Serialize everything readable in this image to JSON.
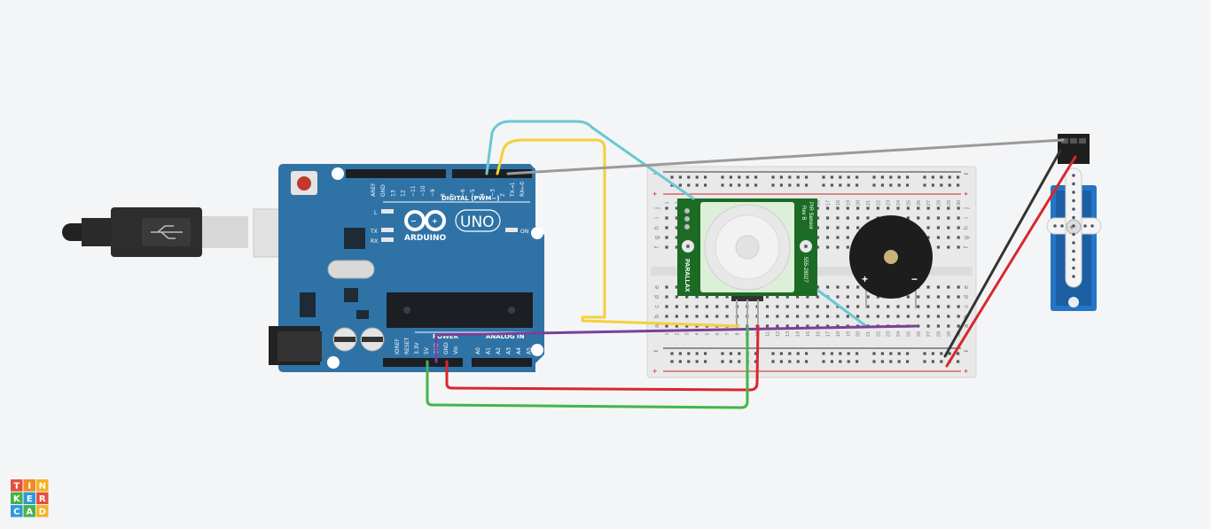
{
  "arduino": {
    "brand": "ARDUINO",
    "model": "UNO",
    "digital_label": "DIGITAL (PWM~)",
    "power_label": "POWER",
    "analog_label": "ANALOG IN",
    "on_label": "ON",
    "led_l": "L",
    "led_tx": "TX",
    "led_rx": "RX",
    "digital_pins": [
      "AREF",
      "GND",
      "13",
      "12",
      "~11",
      "~10",
      "~9",
      "8",
      "7",
      "~6",
      "~5",
      "4",
      "~3",
      "2",
      "TX→1",
      "RX←0"
    ],
    "power_pins": [
      "IOREF",
      "RESET",
      "3.3V",
      "5V",
      "GND",
      "GND",
      "Vin"
    ],
    "analog_pins": [
      "A0",
      "A1",
      "A2",
      "A3",
      "A4",
      "A5"
    ]
  },
  "pir": {
    "brand": "PARALLAX",
    "title": "PIR Sensor",
    "rev": "Rev B",
    "part": "555-28027"
  },
  "breadboard": {
    "rows_top": [
      "j",
      "i",
      "h",
      "g",
      "f"
    ],
    "rows_bottom": [
      "e",
      "d",
      "c",
      "b",
      "a"
    ],
    "columns": [
      "1",
      "2",
      "3",
      "4",
      "5",
      "6",
      "7",
      "8",
      "9",
      "10",
      "11",
      "12",
      "13",
      "14",
      "15",
      "16",
      "17",
      "18",
      "19",
      "20",
      "21",
      "22",
      "23",
      "24",
      "25",
      "26",
      "27",
      "28",
      "29",
      "30"
    ],
    "plus": "+",
    "minus": "−"
  },
  "buzzer": {
    "plus": "+",
    "minus": "−"
  },
  "logo": {
    "cells": [
      "T",
      "I",
      "N",
      "K",
      "E",
      "R",
      "C",
      "A",
      "D"
    ],
    "colors": [
      "#e8503c",
      "#f18b25",
      "#f4b223",
      "#4bb04b",
      "#2e9ad8",
      "#e8503c",
      "#2e9ad8",
      "#4bb04b",
      "#f4b223"
    ]
  },
  "colors": {
    "board": "#2f73a6",
    "wire_cyan": "#6cc7d2",
    "wire_yellow": "#f4d03a",
    "wire_gray": "#9a9a9a",
    "wire_purple": "#7a3f9a",
    "wire_red": "#d9272b",
    "wire_green": "#46b34a",
    "wire_black": "#333333",
    "pir_green": "#1c6b24",
    "servo_blue": "#2575c4"
  }
}
